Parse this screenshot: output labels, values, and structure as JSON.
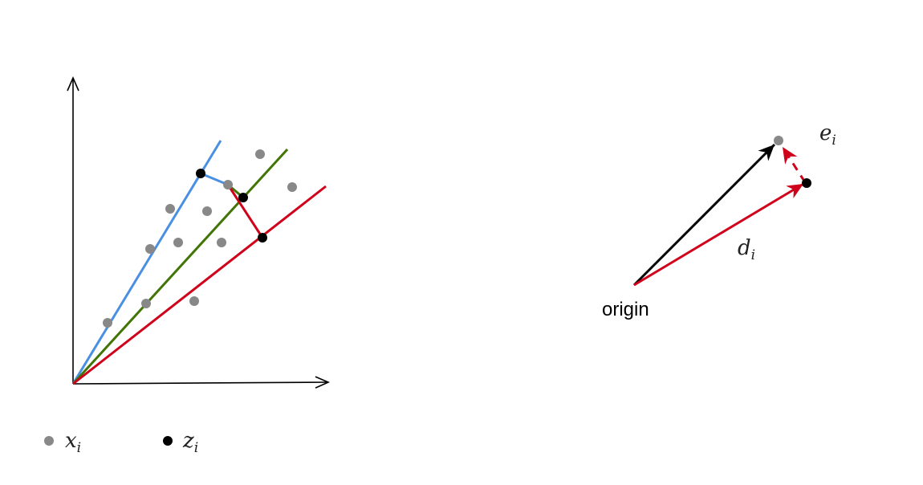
{
  "colors": {
    "blue_line": "#4a90e2",
    "green_line": "#417505",
    "red_line": "#d0021b",
    "gray_point": "#888888",
    "black_point": "#000000",
    "axis": "#000000"
  },
  "legend": {
    "x_symbol": "x",
    "x_subscript": "i",
    "z_symbol": "z",
    "z_subscript": "i"
  },
  "vector_panel": {
    "origin_label": "origin",
    "d_symbol": "d",
    "d_subscript": "i",
    "e_symbol": "e",
    "e_subscript": "i"
  }
}
